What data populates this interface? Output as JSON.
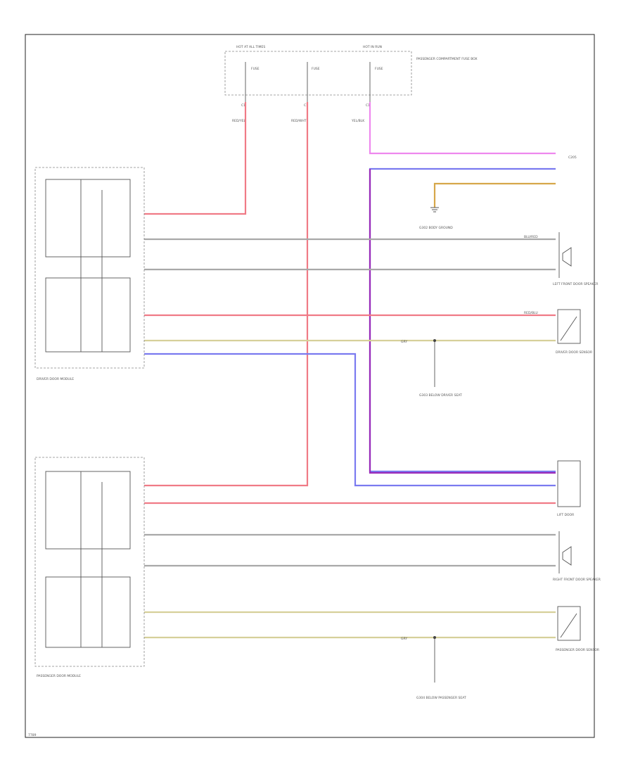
{
  "colors": {
    "wire_red": "#f07a86",
    "wire_gray": "#a8a8a8",
    "wire_yellow": "#d6d09a",
    "wire_pink": "#ee88ee",
    "wire_blue": "#7a7af0",
    "wire_purple": "#9a2ab8",
    "wire_orange": "#d6a74a"
  },
  "labels": {
    "fuse_box_title": "PASSENGER COMPARTMENT FUSE BOX",
    "fuse1": "FUSE",
    "fuse2": "FUSE",
    "fuse3": "FUSE",
    "wire_top1": "RED/YEL",
    "wire_top2": "RED/WHT",
    "wire_top3": "YEL/BLK",
    "driver_module": "DRIVER DOOR MODULE",
    "passenger_module": "PASSENGER DOOR MODULE",
    "lf_speaker": "LEFT FRONT DOOR SPEAKER",
    "rf_speaker": "RIGHT FRONT DOOR SPEAKER",
    "lf_sensor": "DRIVER DOOR SENSOR",
    "rf_sensor": "PASSENGER DOOR SENSOR",
    "g_left_front": "G302 BODY GROUND",
    "g_driver_seat": "G303 BELOW DRIVER SEAT",
    "g_passenger_seat": "G304 BELOW PASSENGER SEAT",
    "lt_dome": "LIFT DOOR",
    "right_conn": "C205",
    "wire_gry": "GRY",
    "wire_blu_red": "BLU/RED",
    "wire_red_blu": "RED/BLU",
    "code": "7789"
  }
}
